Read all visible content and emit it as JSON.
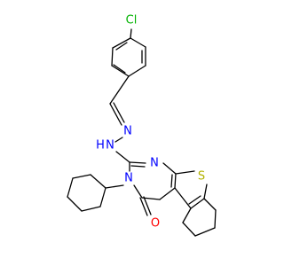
{
  "atom_labels": {
    "chlorine": "Cl",
    "imine_nitrogen": "N",
    "hydrazine_nh": "N",
    "hydrazine_h": "H",
    "ring_nitrogen_top": "N",
    "ring_nitrogen_left": "N",
    "sulfur": "S",
    "carbonyl_oxygen": "O"
  },
  "colors": {
    "carbon": "#000000",
    "nitrogen": "#0000ff",
    "sulfur": "#b2b200",
    "chlorine": "#00b200",
    "oxygen": "#ff0000"
  }
}
